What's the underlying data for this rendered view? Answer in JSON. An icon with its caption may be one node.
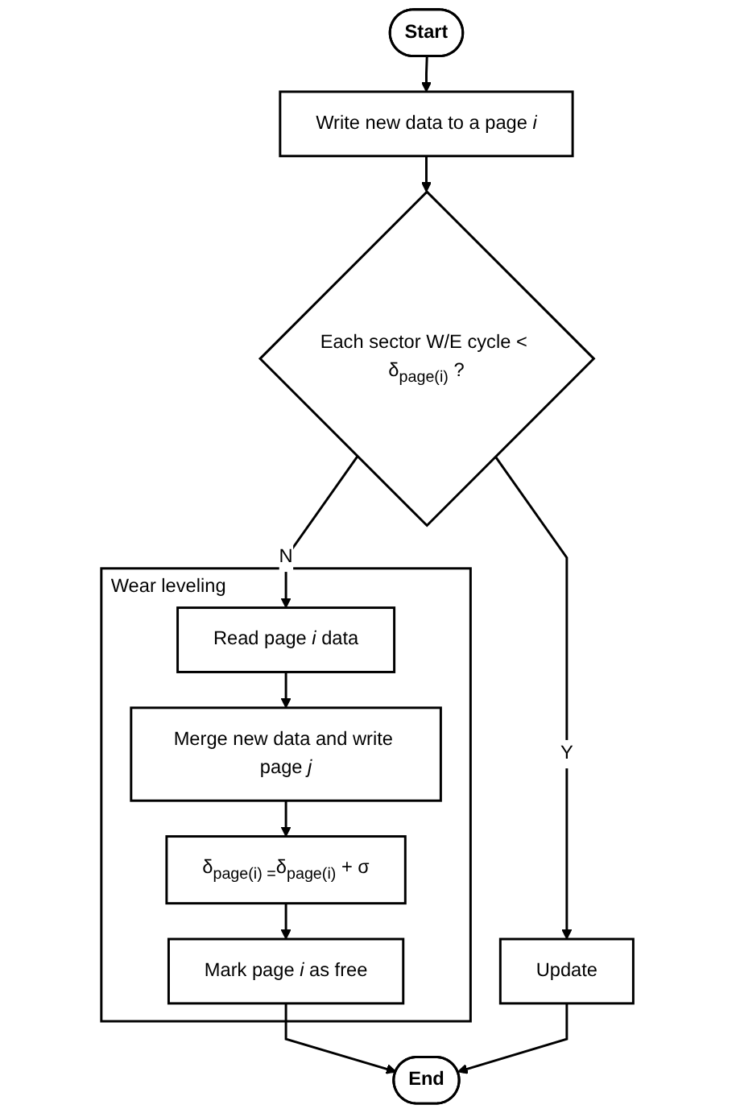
{
  "diagram": {
    "nodes": [
      {
        "text": [
          "Start"
        ]
      },
      {
        "text": [
          "Write new data to a page *i*"
        ]
      },
      {
        "text": [
          "Each sector W/E cycle < δ$_{page(i)}$ ?"
        ]
      },
      {
        "text": [
          "Wear leveling"
        ]
      },
      {
        "text": [
          "Read page *i* data"
        ],
        "in": 3
      },
      {
        "text": [
          "Merge new data and write page *j*"
        ],
        "in": 3
      },
      {
        "text": [
          "δ$_{page(i) =}$δ$_{page(i)}$ + σ"
        ],
        "in": 3
      },
      {
        "text": [
          "Mark page *i* as free"
        ],
        "in": 3
      },
      {
        "text": [
          "Update"
        ]
      },
      {
        "text": [
          "End"
        ]
      }
    ],
    "edges": [
      {
        "from": 0,
        "to": 1,
        "arrow": "to"
      },
      {
        "from": 1,
        "to": 2,
        "arrow": "to"
      },
      {
        "from": 2,
        "to": 4,
        "arrow": "to",
        "label": "N"
      },
      {
        "from": 4,
        "to": 5,
        "arrow": "to"
      },
      {
        "from": 5,
        "to": 6,
        "arrow": "to"
      },
      {
        "from": 6,
        "to": 7,
        "arrow": "to"
      },
      {
        "from": 7,
        "to": 9,
        "arrow": "to"
      },
      {
        "from": 2,
        "to": 8,
        "arrow": "to",
        "label": "Y"
      },
      {
        "from": 8,
        "to": 9,
        "arrow": "to"
      }
    ]
  }
}
